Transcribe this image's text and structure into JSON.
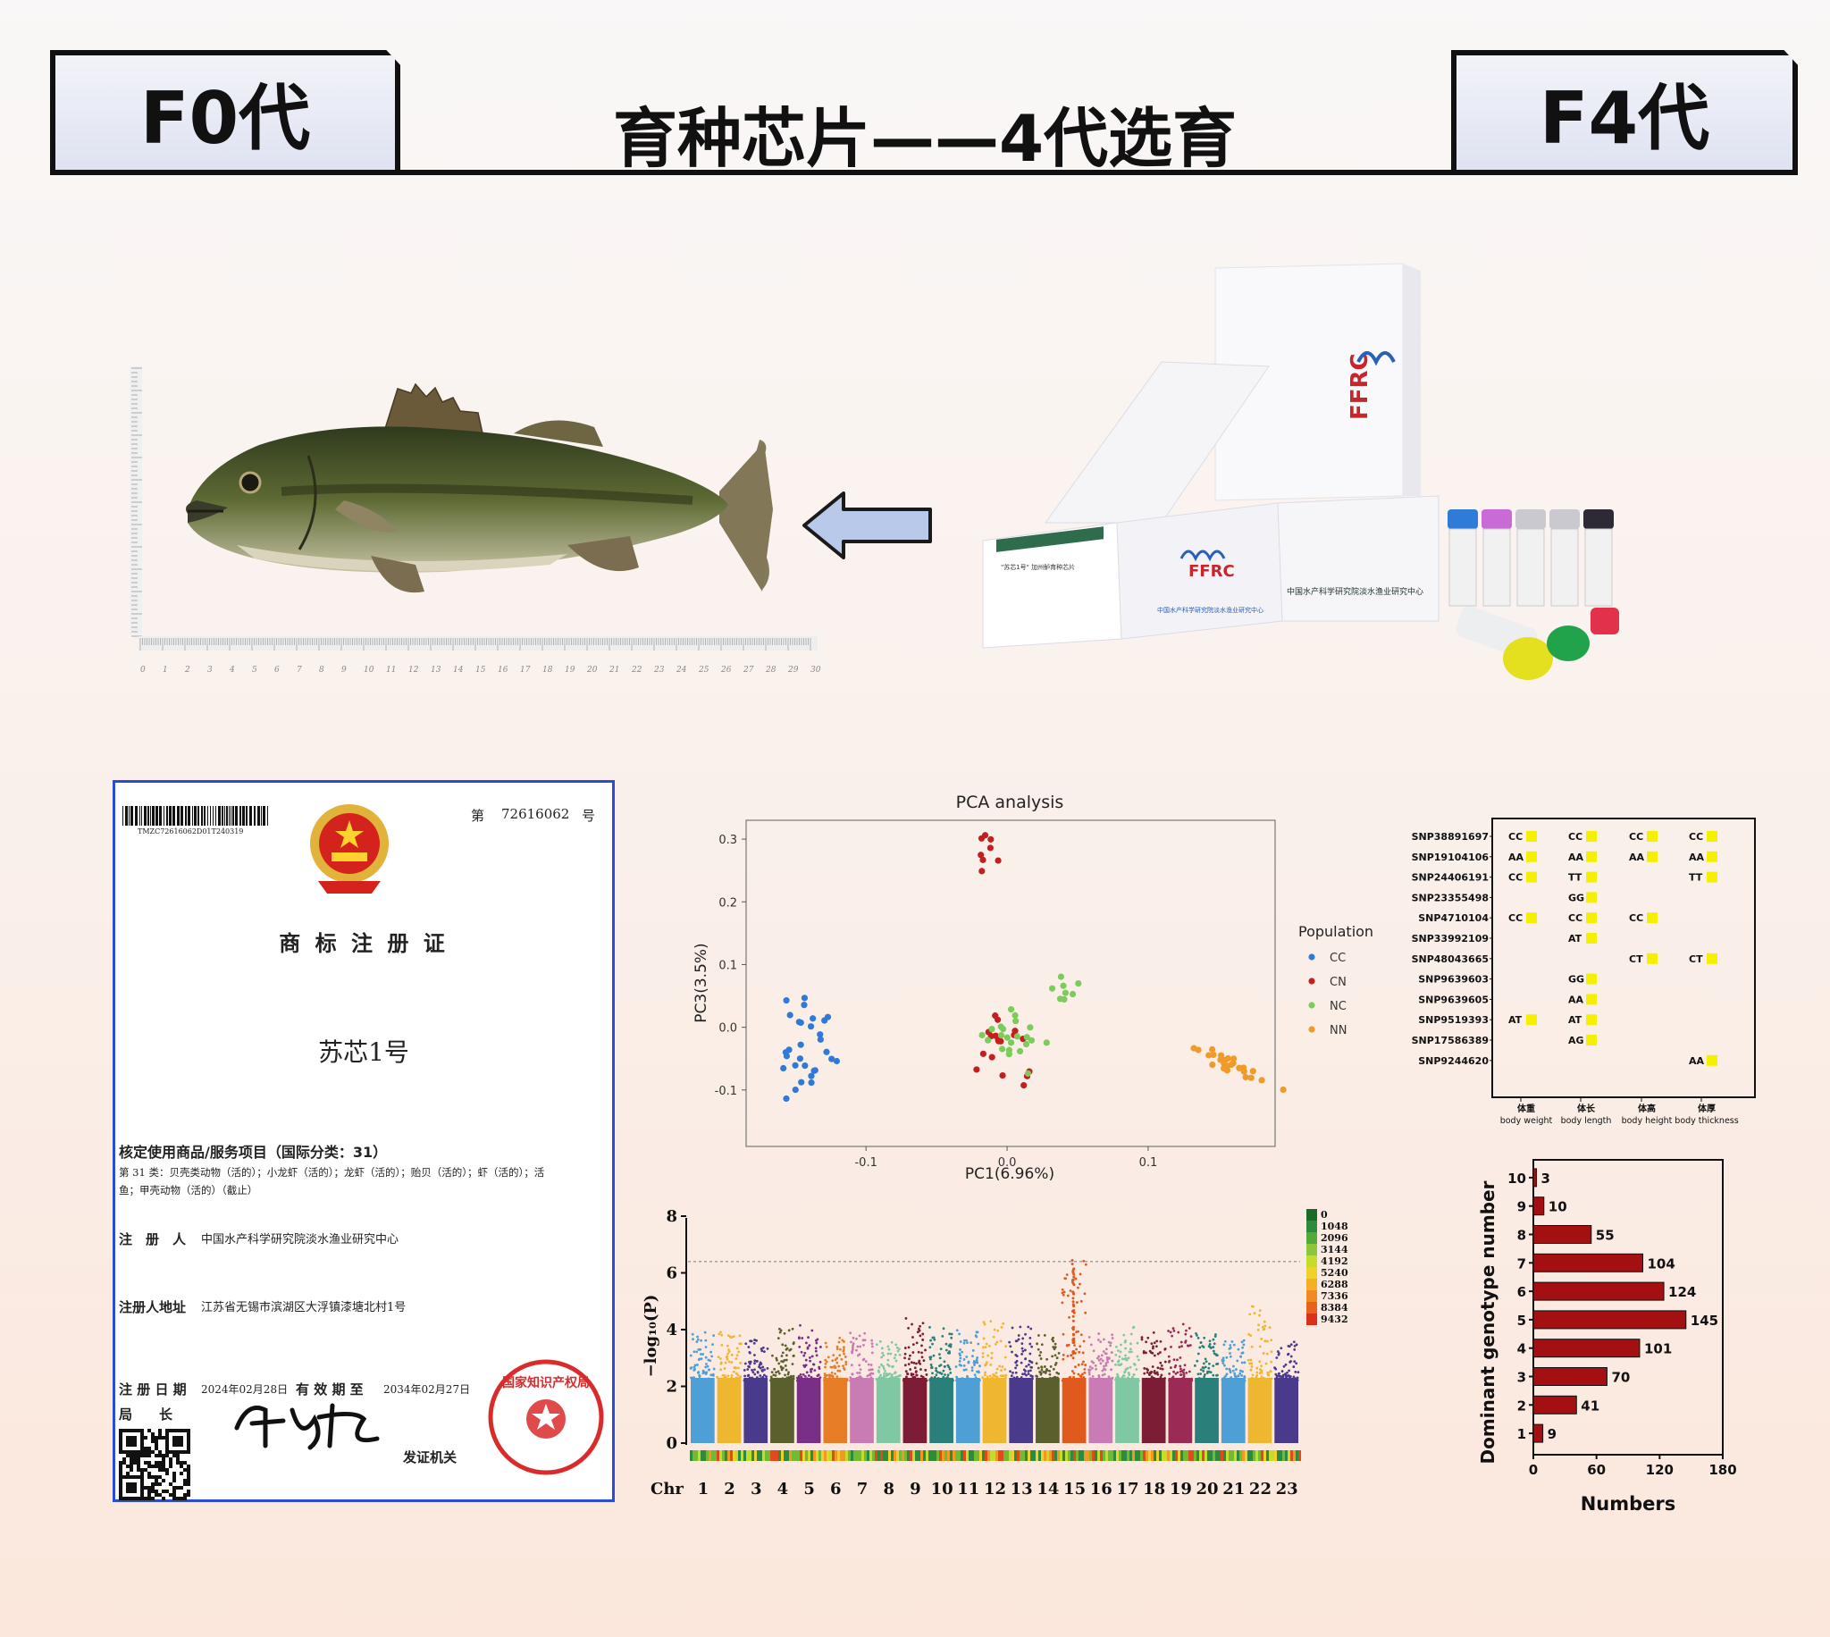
{
  "header": {
    "left_tab": "F0代",
    "title": "育种芯片——4代选育",
    "right_tab": "F4代"
  },
  "ruler": {
    "bottom_ticks": [
      "0",
      "1",
      "2",
      "3",
      "4",
      "5",
      "6",
      "7",
      "8",
      "9",
      "10",
      "11",
      "12",
      "13",
      "14",
      "15",
      "16",
      "17",
      "18",
      "19",
      "20",
      "21",
      "22",
      "23",
      "24",
      "25",
      "26",
      "27",
      "28",
      "29",
      "30"
    ]
  },
  "kit": {
    "box_small_label": "\"苏芯1号\" 加州鲈育种芯片",
    "brand_logo": "FFRC",
    "org_name": "中国水产科学研究院淡水渔业研究中心"
  },
  "certificate": {
    "serial_label": "第",
    "serial_number": "72616062",
    "serial_suffix": "号",
    "barcode_text": "TMZC72616062D01T240319",
    "title": "商 标 注 册 证",
    "trademark": "苏芯1号",
    "goods_heading": "核定使用商品/服务项目（国际分类：31）",
    "goods_detail_1": "第 31 类：贝壳类动物（活的）；小龙虾（活的）；龙虾（活的）；贻贝（活的）；虾（活的）；活",
    "goods_detail_2": "鱼；甲壳动物（活的）（截止）",
    "registrant_label": "注　册　人",
    "registrant": "中国水产科学研究院淡水渔业研究中心",
    "address_label": "注册人地址",
    "address": "江苏省无锡市滨湖区大浮镇漆塘北村1号",
    "reg_date_label": "注 册 日 期",
    "reg_date": "2024年02月28日",
    "valid_label": "有 效 期 至",
    "valid_date": "2034年02月27日",
    "director_label": "局　　长",
    "issuer_label": "发证机关",
    "seal_text": "国家知识产权局"
  },
  "pca": {
    "title": "PCA analysis",
    "xlabel": "PC1(6.96%)",
    "ylabel": "PC3(3.5%)",
    "xticks": [
      "-0.1",
      "0.0",
      "0.1"
    ],
    "yticks": [
      "0.3",
      "0.2",
      "0.1",
      "0.0",
      "-0.1"
    ],
    "legend_title": "Population",
    "groups": [
      {
        "name": "CC",
        "color": "#2f7ad8"
      },
      {
        "name": "CN",
        "color": "#c41f1f"
      },
      {
        "name": "NC",
        "color": "#7ccc5c"
      },
      {
        "name": "NN",
        "color": "#f09a2a"
      }
    ]
  },
  "snp": {
    "rows": [
      "SNP38891697",
      "SNP19104106",
      "SNP24406191",
      "SNP23355498",
      "SNP4710104",
      "SNP33992109",
      "SNP48043665",
      "SNP9639603",
      "SNP9639605",
      "SNP9519393",
      "SNP17586389",
      "SNP9244620"
    ],
    "columns": [
      {
        "cn": "体重",
        "en": "body weight"
      },
      {
        "cn": "体长",
        "en": "body length"
      },
      {
        "cn": "体高",
        "en": "body height"
      },
      {
        "cn": "体厚",
        "en": "body thickness"
      }
    ],
    "cells": [
      [
        "CC",
        "CC",
        "CC",
        "CC"
      ],
      [
        "AA",
        "AA",
        "AA",
        "AA"
      ],
      [
        "CC",
        "TT",
        "",
        "TT"
      ],
      [
        "",
        "GG",
        "",
        ""
      ],
      [
        "CC",
        "CC",
        "CC",
        ""
      ],
      [
        "",
        "AT",
        "",
        ""
      ],
      [
        "",
        "",
        "CT",
        "CT"
      ],
      [
        "",
        "GG",
        "",
        ""
      ],
      [
        "",
        "AA",
        "",
        ""
      ],
      [
        "AT",
        "AT",
        "",
        ""
      ],
      [
        "",
        "AG",
        "",
        ""
      ],
      [
        "",
        "",
        "",
        "AA"
      ]
    ],
    "marker_color": "#f5f000"
  },
  "manhattan": {
    "ylabel": "−log₁₀(P)",
    "yticks": [
      "8",
      "6",
      "4",
      "2",
      "0"
    ],
    "chr_prefix": "Chr",
    "chromosomes": [
      "1",
      "2",
      "3",
      "4",
      "5",
      "6",
      "7",
      "8",
      "9",
      "10",
      "11",
      "12",
      "13",
      "14",
      "15",
      "16",
      "17",
      "18",
      "19",
      "20",
      "21",
      "22",
      "23"
    ],
    "threshold": 6.4,
    "heights": [
      3.9,
      4.0,
      3.7,
      4.1,
      4.3,
      3.8,
      3.9,
      3.6,
      4.4,
      4.1,
      4.0,
      4.3,
      4.2,
      3.8,
      6.5,
      3.9,
      4.1,
      4.0,
      4.2,
      3.9,
      3.7,
      4.9,
      3.6
    ],
    "colors": [
      "#4d9fd6",
      "#efb62f",
      "#4a3a8c",
      "#5b5f2e",
      "#7a2f86",
      "#e77d27",
      "#c97bb3",
      "#7fc8a3",
      "#7c1d35",
      "#2a7f7a",
      "#4d9fd6",
      "#efb62f",
      "#4a3a8c",
      "#5b5f2e",
      "#e05a1e",
      "#c97bb3",
      "#7fc8a3",
      "#7c1d35",
      "#9b2b55",
      "#2a7f7a",
      "#4d9fd6",
      "#efb62f",
      "#4a3a8c"
    ],
    "density_legend": [
      "0",
      "1048",
      "2096",
      "3144",
      "4192",
      "5240",
      "6288",
      "7336",
      "8384",
      "9432"
    ]
  },
  "chart_data": {
    "type": "bar",
    "categories": [
      "1",
      "2",
      "3",
      "4",
      "5",
      "6",
      "7",
      "8",
      "9",
      "10"
    ],
    "values": [
      9,
      41,
      70,
      101,
      145,
      124,
      104,
      55,
      10,
      3
    ],
    "xlabel": "Numbers",
    "ylabel": "Dominant genotype number",
    "xlim": [
      0,
      180
    ],
    "xticks": [
      "0",
      "60",
      "120",
      "180"
    ],
    "bar_color": "#a40f12"
  }
}
